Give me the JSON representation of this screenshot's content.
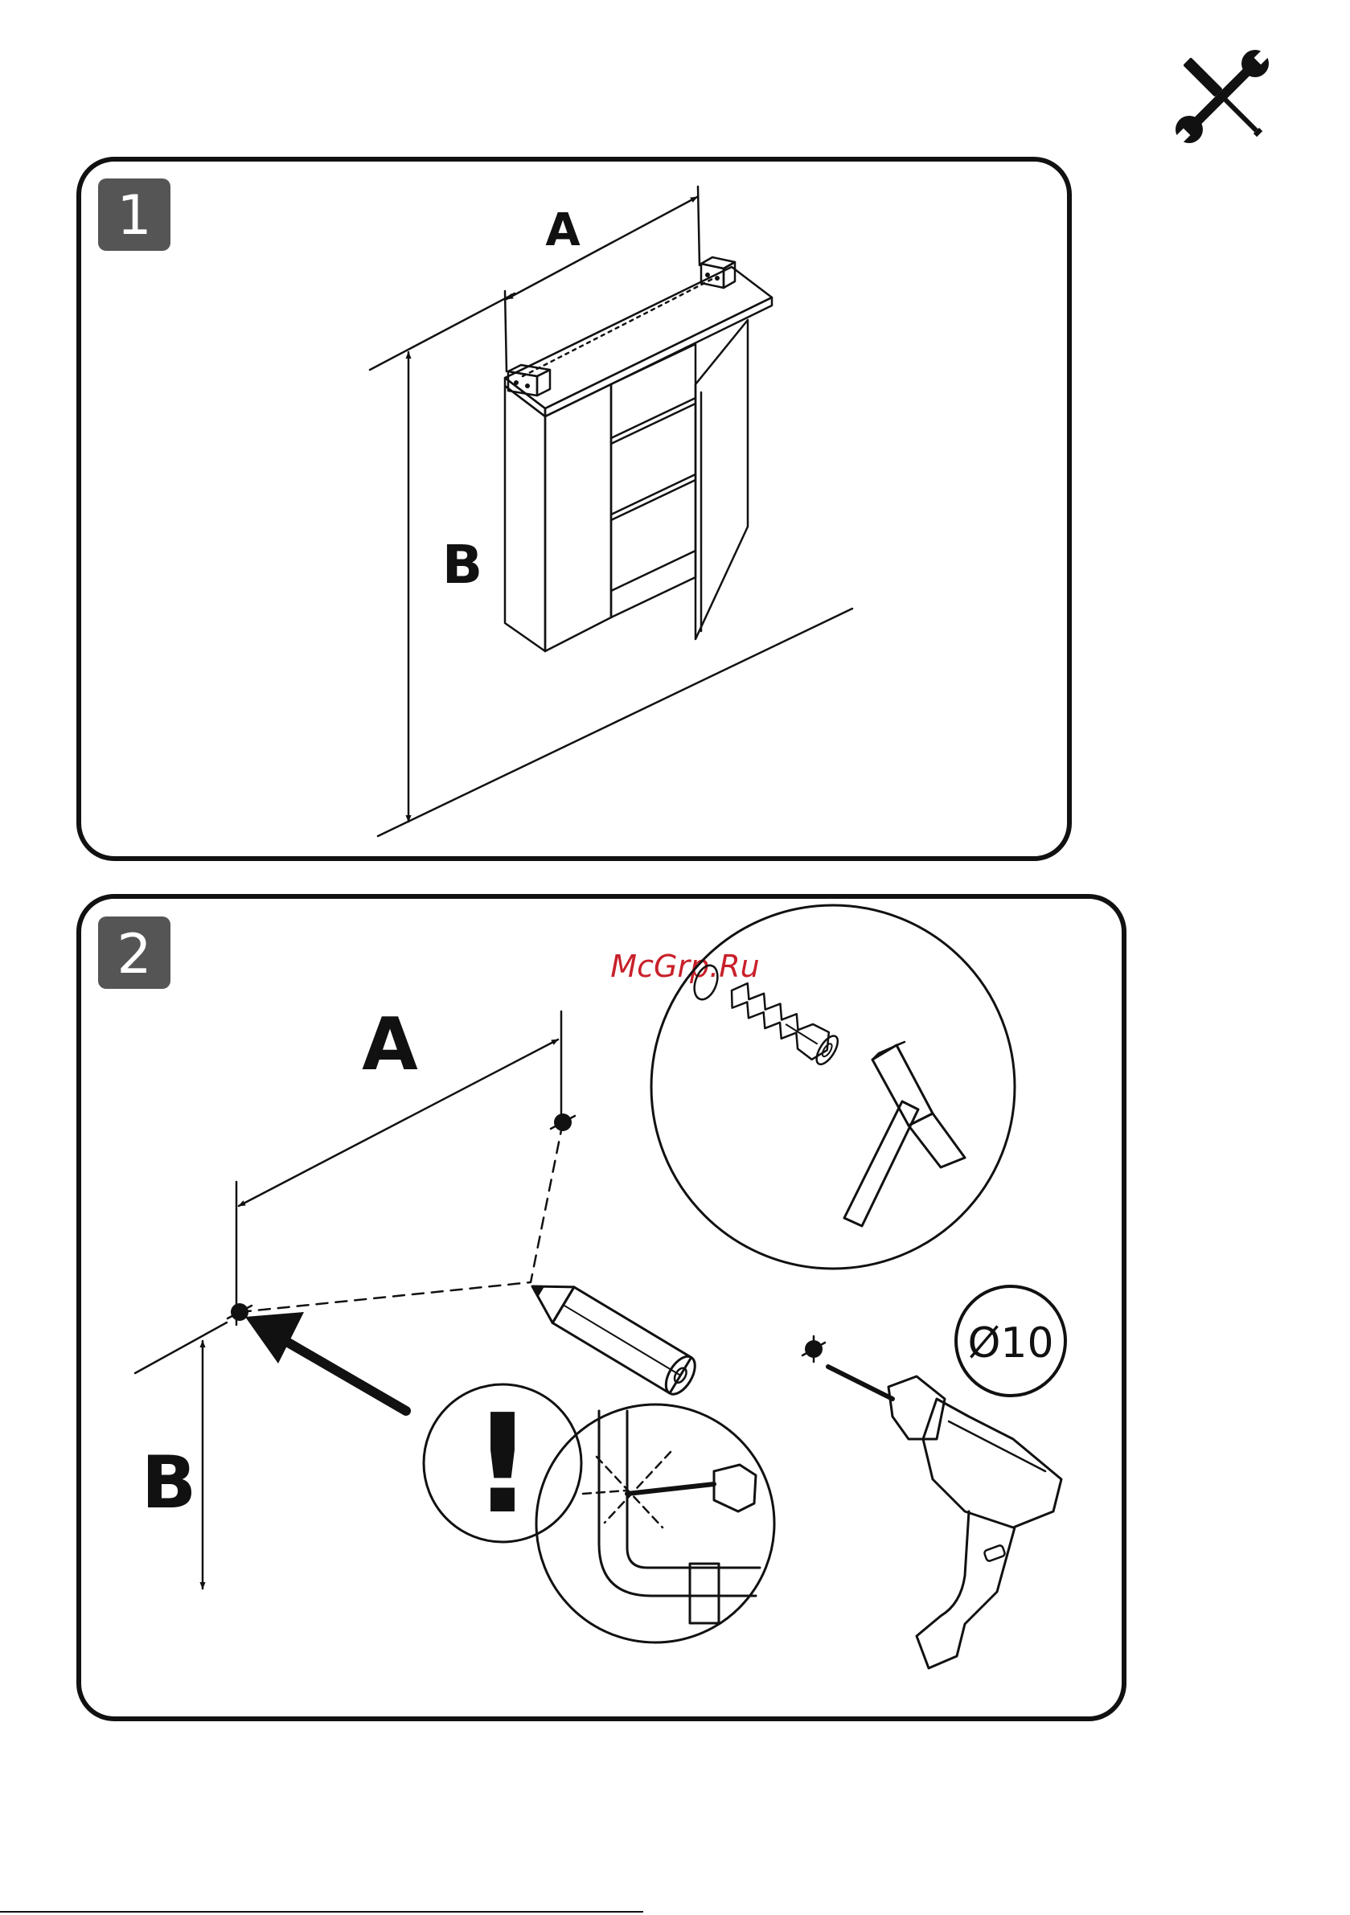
{
  "tools_icon": "screwdriver-wrench-icon",
  "watermark": "McGrp.Ru",
  "step1": {
    "number": "1",
    "dim_a": "A",
    "dim_b": "B"
  },
  "step2": {
    "number": "2",
    "dim_a": "A",
    "dim_b": "B",
    "warning": "!",
    "drill_size": "Ø10"
  },
  "colors": {
    "line": "#111111",
    "badge": "#555555",
    "watermark": "#c8202a"
  }
}
